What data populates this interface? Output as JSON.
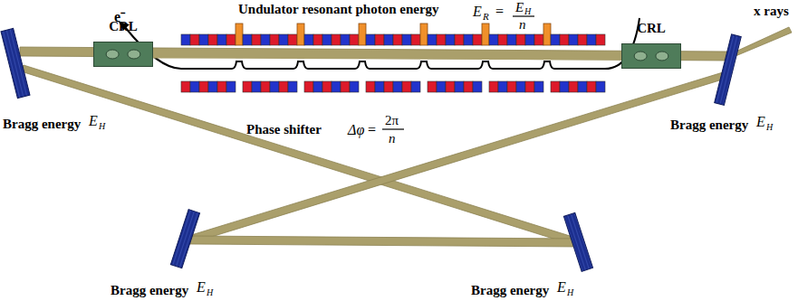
{
  "diagram": {
    "nodes": [
      {
        "text": [
          "CRL"
        ]
      },
      {
        "text": [
          "CRL"
        ]
      }
    ],
    "edges": [
      {
        "from": 0,
        "to": 1,
        "arrow": "none"
      }
    ],
    "labels": [
      "e⁻",
      "Undulator resonant photon energy",
      "E",
      "R",
      "=",
      "E",
      "H",
      "n",
      "Phase shifter",
      "Δφ",
      "=",
      "2π",
      "n",
      "x rays",
      "Bragg energy",
      "E",
      "H",
      "Bragg energy",
      "E",
      "H",
      "Bragg energy",
      "E",
      "H",
      "Bragg energy",
      "E",
      "H"
    ]
  }
}
